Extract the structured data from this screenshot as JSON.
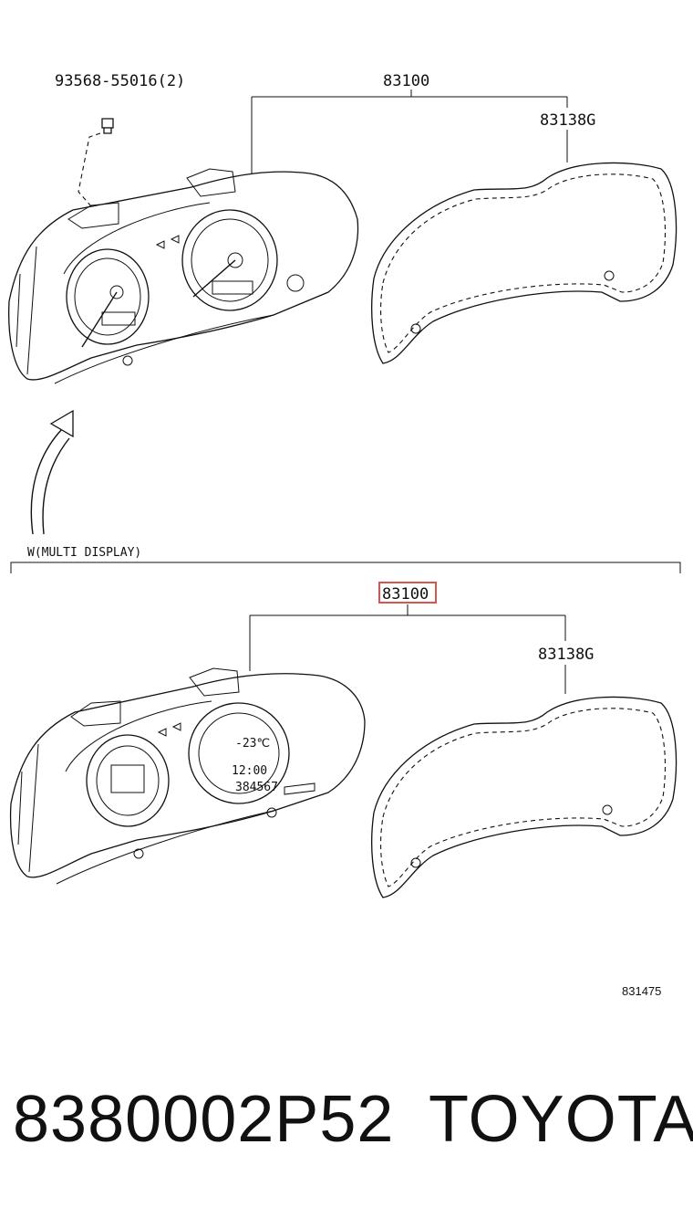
{
  "diagram": {
    "top_section": {
      "screw_part_label": "93568-55016(2)",
      "assembly_label": "83100",
      "glass_label": "83138G"
    },
    "variant_label": "W(MULTI DISPLAY)",
    "bottom_section": {
      "assembly_label": "83100",
      "glass_label": "83138G",
      "assembly_highlight_color": "#d9534f"
    },
    "illustration_number": "831475",
    "gauge_text": {
      "clock": "12:00",
      "temperature": "-23℃",
      "odometer": "384567"
    }
  },
  "footer": {
    "part_number": "8380002P52",
    "brand": "TOYOTA"
  }
}
